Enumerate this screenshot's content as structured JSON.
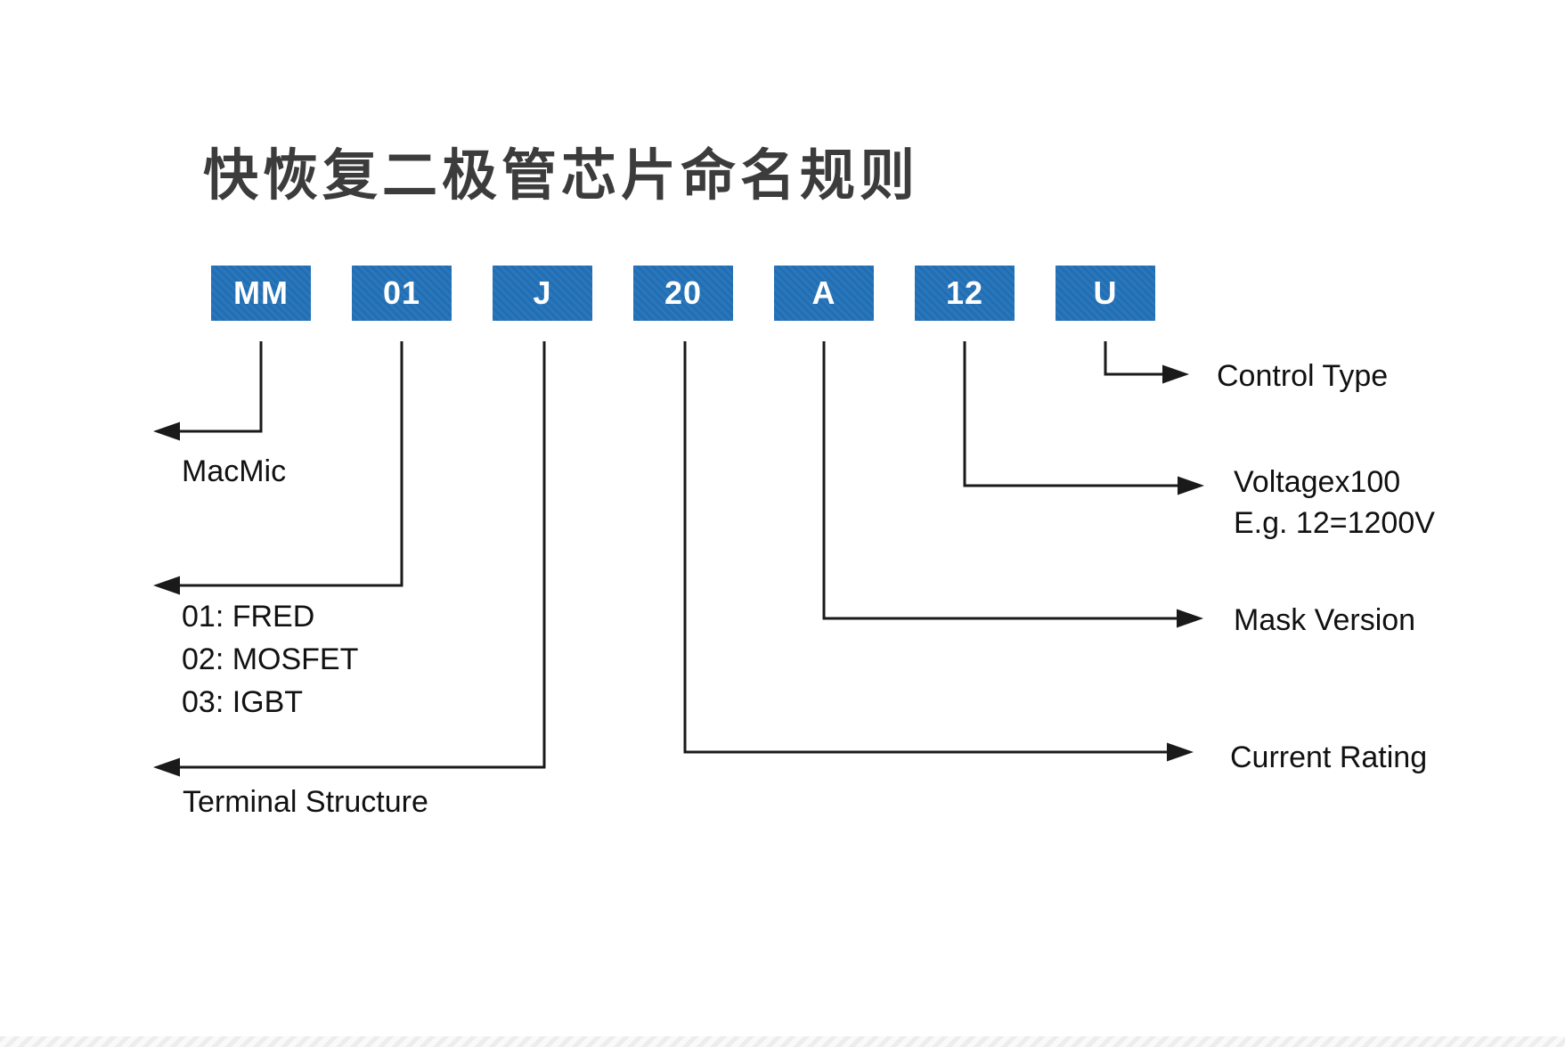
{
  "title": "快恢复二极管芯片命名规则",
  "part_number_segments": [
    {
      "code": "MM"
    },
    {
      "code": "01"
    },
    {
      "code": "J"
    },
    {
      "code": "20"
    },
    {
      "code": "A"
    },
    {
      "code": "12"
    },
    {
      "code": "U"
    }
  ],
  "labels": {
    "macmic": "MacMic",
    "type_options": [
      "01: FRED",
      "02: MOSFET",
      "03: IGBT"
    ],
    "terminal_structure": "Terminal Structure",
    "control_type": "Control Type",
    "voltage_line1": "Voltagex100",
    "voltage_line2": "E.g. 12=1200V",
    "mask_version": "Mask Version",
    "current_rating": "Current Rating"
  },
  "colors": {
    "box_fill": "#2271b8",
    "box_text": "#ffffff",
    "line": "#1a1a1a",
    "title_text": "#3c3c3c",
    "label_text": "#111111",
    "background": "#ffffff"
  }
}
